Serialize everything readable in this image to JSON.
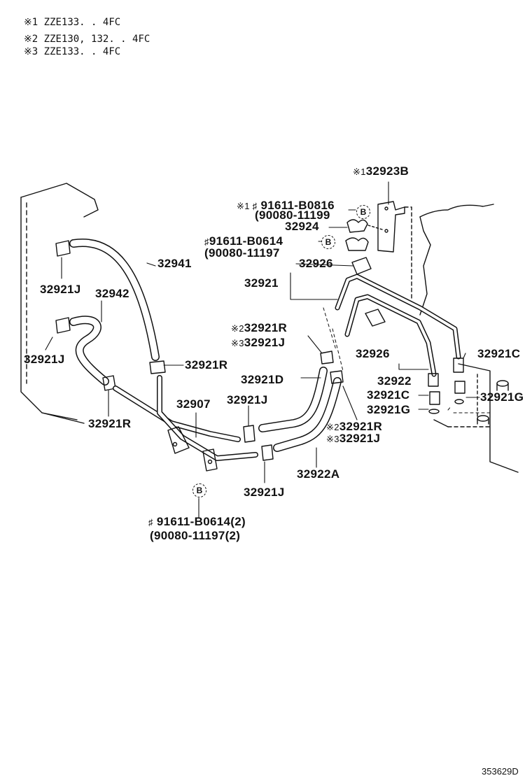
{
  "notes": [
    {
      "mark": "※1",
      "text": "ZZE133. . 4FC"
    },
    {
      "mark": "※2",
      "text": "ZZE130, 132. . 4FC"
    },
    {
      "mark": "※3",
      "text": "ZZE133. . 4FC"
    }
  ],
  "callouts": {
    "p32923B": {
      "prefix": "※1",
      "text": "32923B"
    },
    "p91611_B0816": {
      "prefix": "※1 ♯",
      "text": "91611-B0816"
    },
    "p90080_11199": {
      "text": "(90080-11199"
    },
    "p32924": {
      "text": "32924"
    },
    "p91611_B0614": {
      "prefix": "♯",
      "text": "91611-B0614"
    },
    "p90080_11197": {
      "text": "(90080-11197"
    },
    "p32926_top": {
      "text": "32926"
    },
    "p32941": {
      "text": "32941"
    },
    "p32921": {
      "text": "32921"
    },
    "p32921J_left": {
      "text": "32921J"
    },
    "p32942": {
      "text": "32942"
    },
    "p32921R_sup2": {
      "prefix": "※2",
      "text": "32921R"
    },
    "p32921J_sup3": {
      "prefix": "※3",
      "text": "32921J"
    },
    "p32921J_left2": {
      "text": "32921J"
    },
    "p32921R_mid": {
      "text": "32921R"
    },
    "p32926_mid": {
      "text": "32926"
    },
    "p32921C_right": {
      "text": "32921C"
    },
    "p32921D": {
      "text": "32921D"
    },
    "p32922": {
      "text": "32922"
    },
    "p32921C": {
      "text": "32921C"
    },
    "p32921G_right": {
      "text": "32921G"
    },
    "p32907": {
      "text": "32907"
    },
    "p32921J_mid": {
      "text": "32921J"
    },
    "p32921G": {
      "text": "32921G"
    },
    "p32921R_left": {
      "text": "32921R"
    },
    "p32921R_sup2b": {
      "prefix": "※2",
      "text": "32921R"
    },
    "p32921J_sup3b": {
      "prefix": "※3",
      "text": "32921J"
    },
    "p32922A": {
      "text": "32922A"
    },
    "p32921J_bottom": {
      "text": "32921J"
    },
    "p91611_B0614_2": {
      "prefix": "♯",
      "text": "91611-B0614(2)"
    },
    "p90080_11197_2": {
      "text": "(90080-11197(2)"
    }
  },
  "badges": {
    "b": "B"
  },
  "diagram_id": "353629D"
}
